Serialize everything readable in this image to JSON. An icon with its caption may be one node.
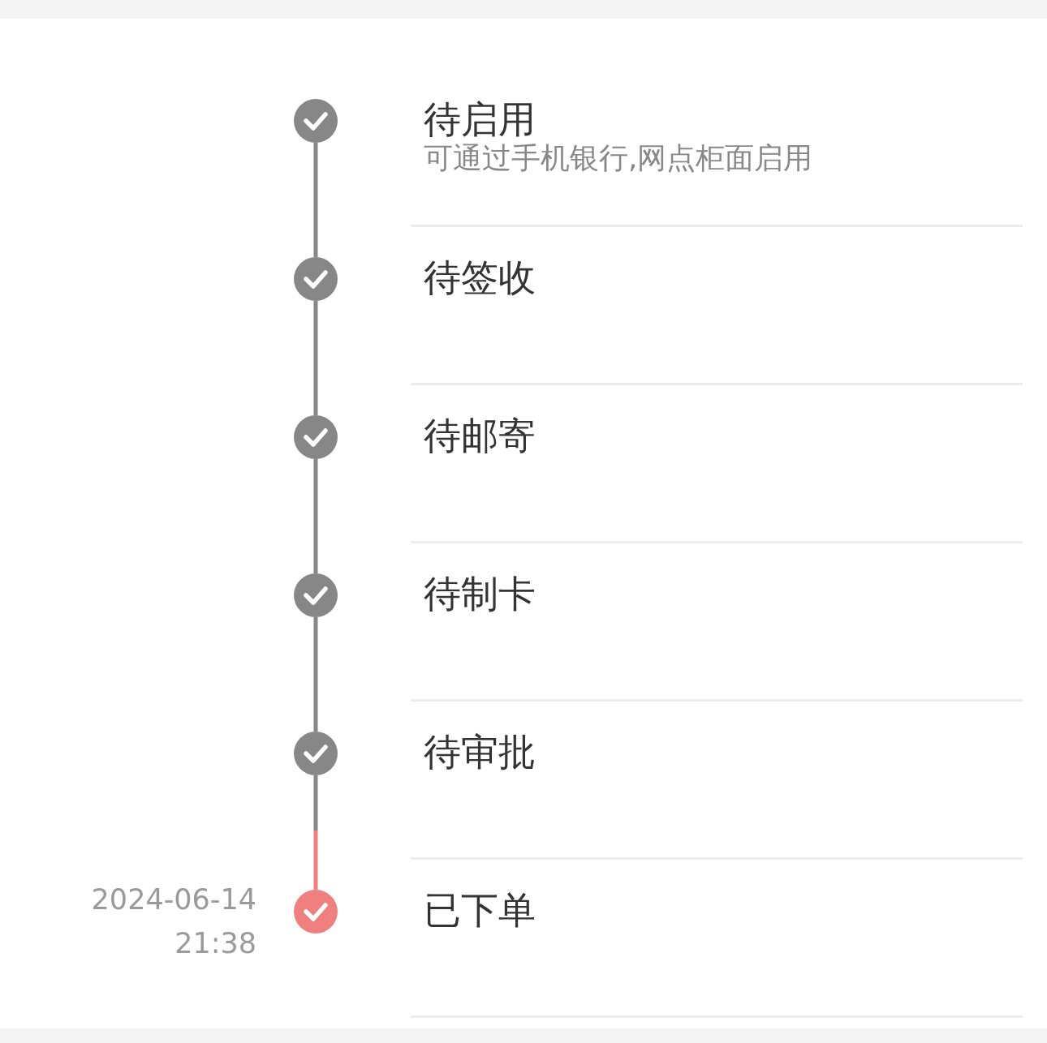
{
  "diagram": {
    "nodes": [
      {
        "text": [],
        "shape": "circle",
        "beside": [
          "待启用",
          "可通过手机银行,网点柜面启用"
        ]
      },
      {
        "text": [],
        "shape": "circle",
        "beside": [
          "待签收"
        ]
      },
      {
        "text": [],
        "shape": "circle",
        "beside": [
          "待邮寄"
        ]
      },
      {
        "text": [],
        "shape": "circle",
        "beside": [
          "待制卡"
        ]
      },
      {
        "text": [],
        "shape": "circle",
        "beside": [
          "待审批"
        ]
      },
      {
        "text": [],
        "shape": "circle",
        "beside": [
          "2024-06-14 21:38",
          "已下单"
        ]
      }
    ],
    "edges": [
      {
        "from": 0,
        "to": 1,
        "arrow": "none"
      },
      {
        "from": 1,
        "to": 2,
        "arrow": "none"
      },
      {
        "from": 2,
        "to": 3,
        "arrow": "none"
      },
      {
        "from": 3,
        "to": 4,
        "arrow": "none"
      },
      {
        "from": 4,
        "to": 5,
        "arrow": "none",
        "color": "#f08080"
      }
    ]
  }
}
